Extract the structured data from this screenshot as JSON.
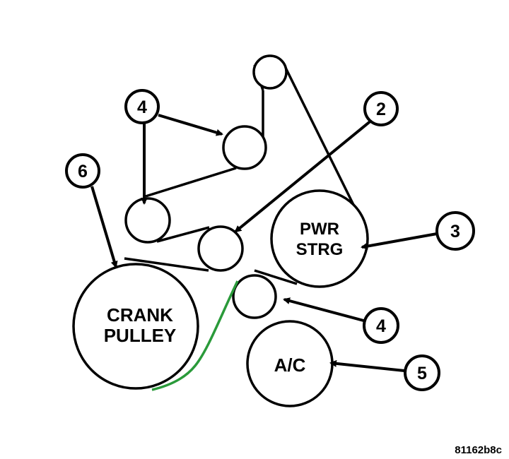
{
  "diagram": {
    "pulleys": {
      "crank_label_line1": "CRANK",
      "crank_label_line2": "PULLEY",
      "pwr_strg_label_line1": "PWR",
      "pwr_strg_label_line2": "STRG",
      "ac_label": "A/C"
    },
    "callouts": {
      "idler_top_left": "4",
      "tensioner": "2",
      "crank": "6",
      "power_steering": "3",
      "idler_bottom": "4",
      "ac": "5"
    },
    "figure_reference": "81162b8c",
    "highlight_color": "#2a9a3a"
  }
}
